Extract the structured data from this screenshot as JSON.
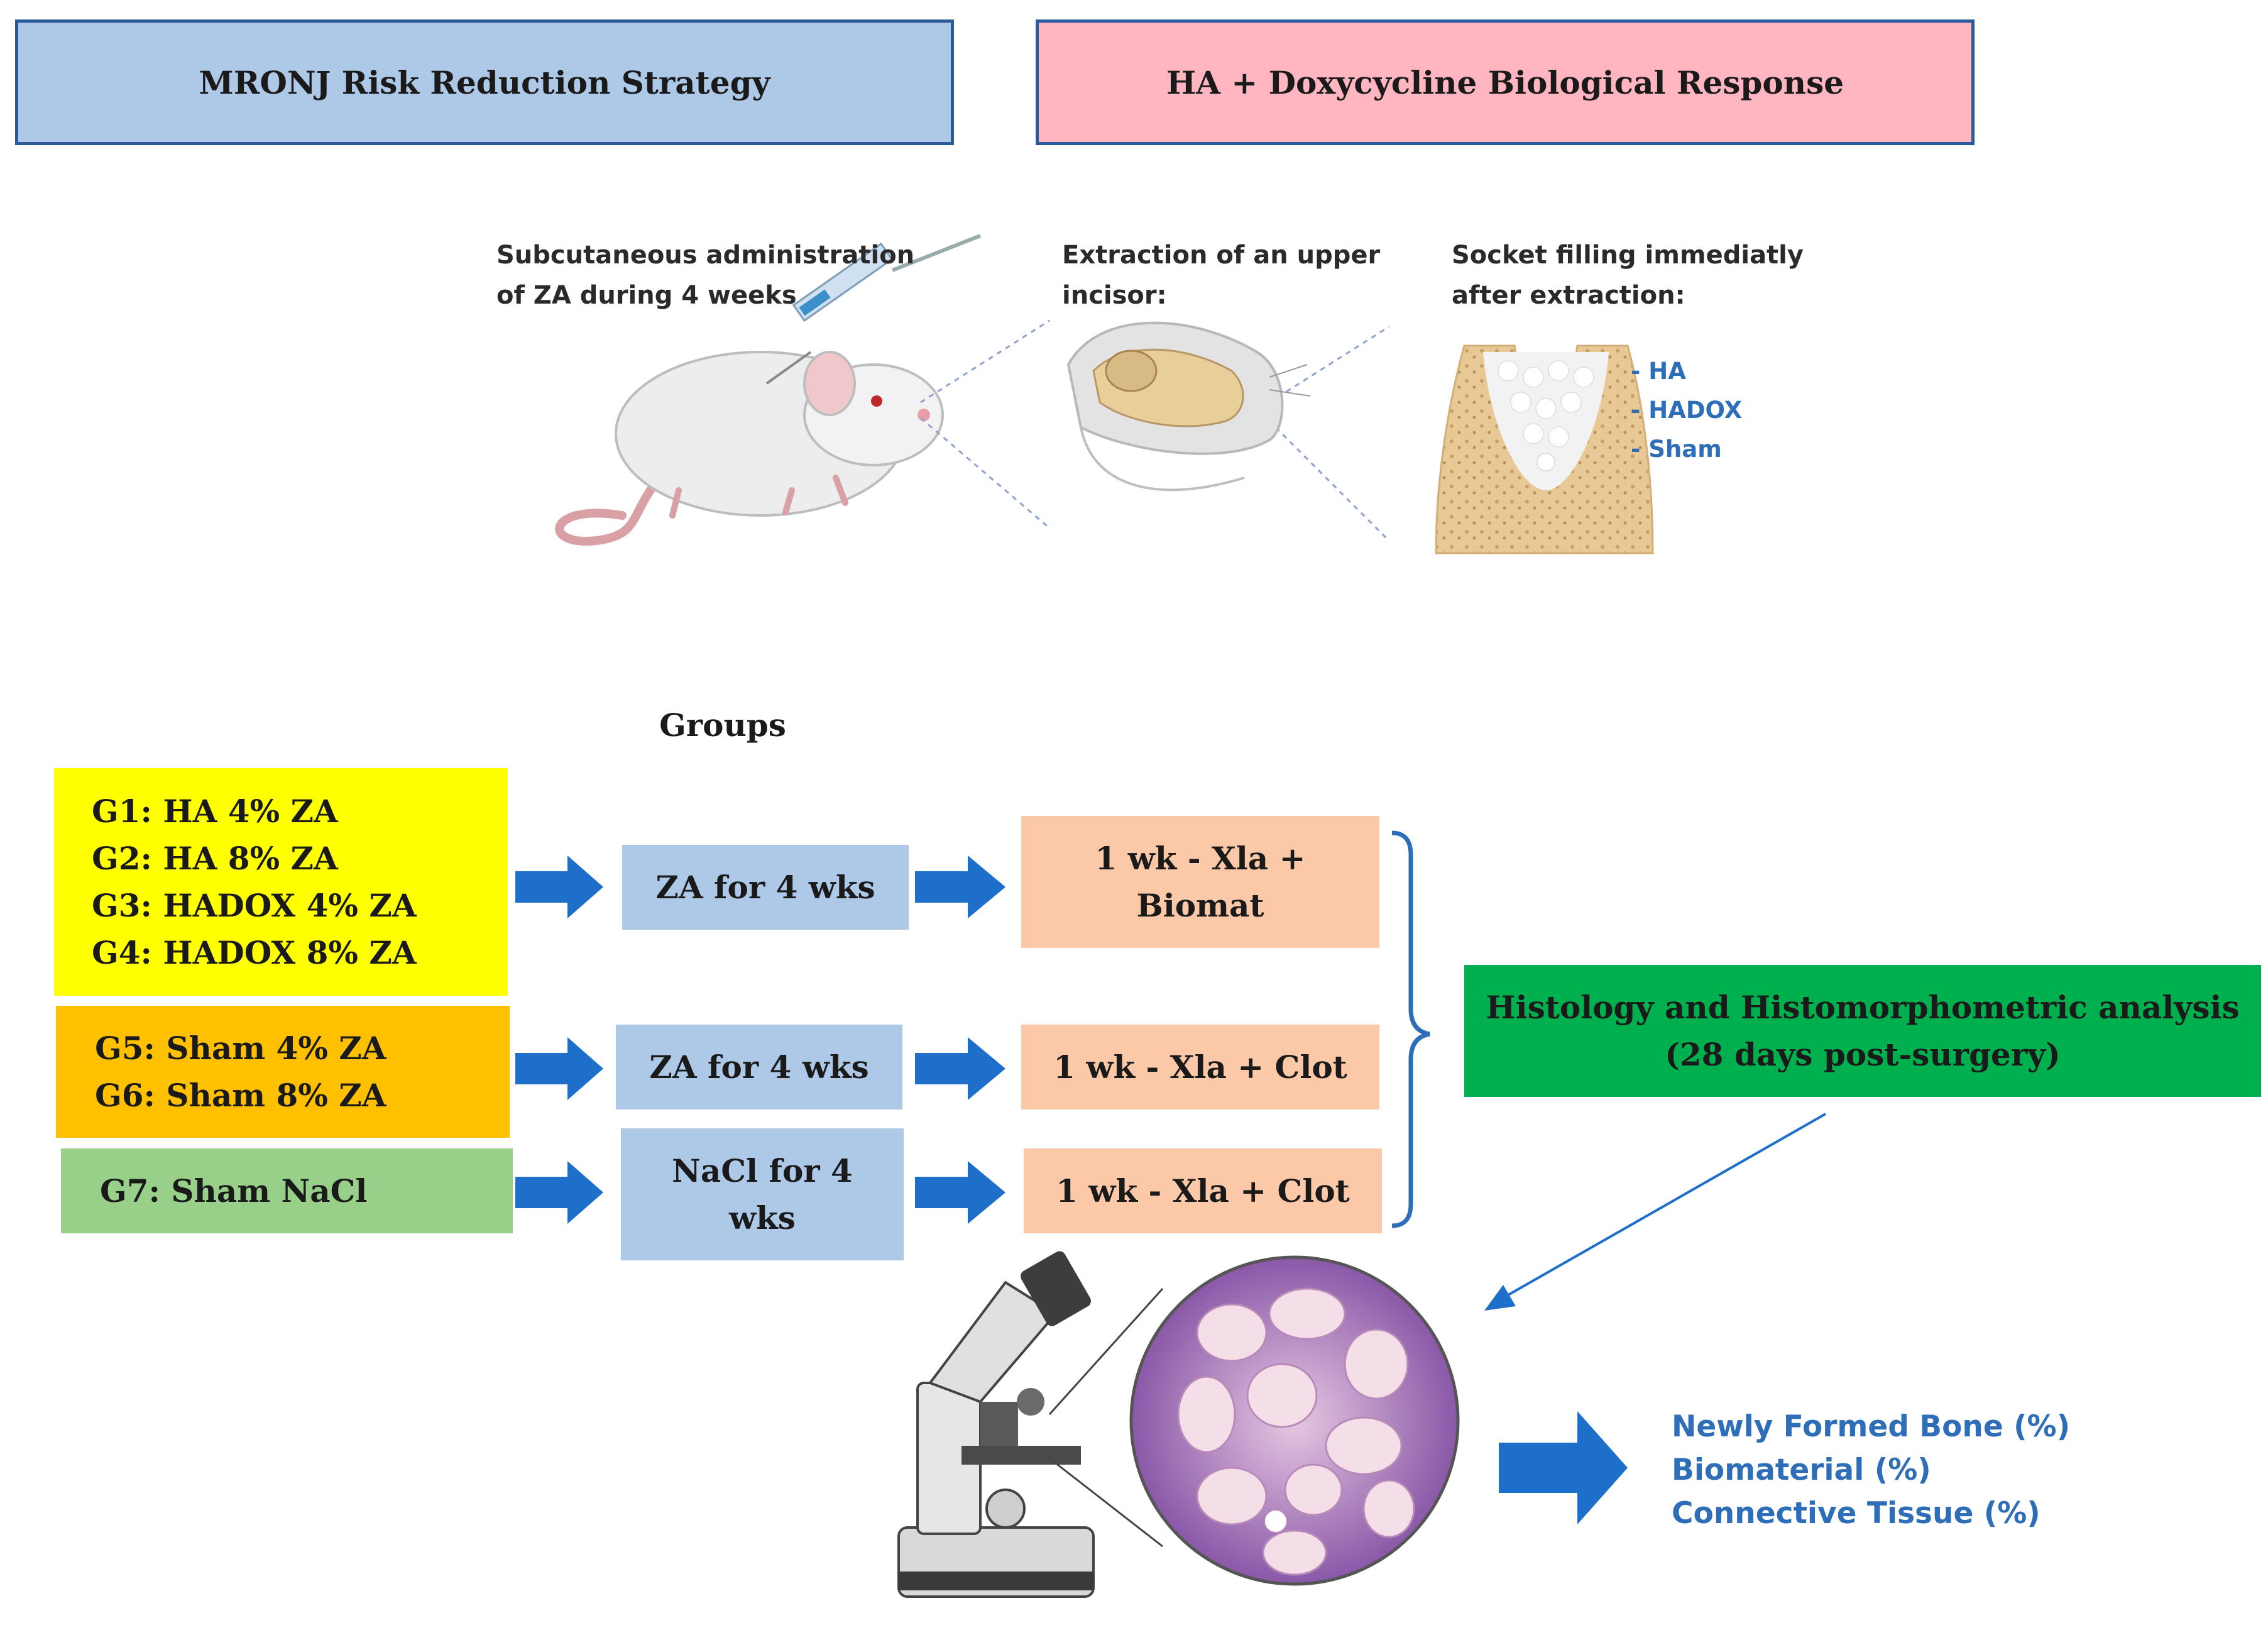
{
  "headers": {
    "left": "MRONJ Risk Reduction Strategy",
    "right": "HA + Doxycycline Biological Response"
  },
  "procedure": {
    "step1": [
      "Subcutaneous administration",
      "of ZA during 4 weeks"
    ],
    "step2": [
      "Extraction of an upper",
      "incisor:"
    ],
    "step3": [
      "Socket filling immediatly",
      "after extraction:"
    ],
    "materials": [
      "- HA",
      "- HADOX",
      "- Sham"
    ]
  },
  "groups_title": "Groups",
  "groups": {
    "yellow": [
      "G1: HA 4% ZA",
      "G2: HA 8% ZA",
      "G3: HADOX 4% ZA",
      "G4: HADOX 8% ZA"
    ],
    "orange": [
      "G5: Sham 4% ZA",
      "G6: Sham 8% ZA"
    ],
    "green": [
      "G7: Sham NaCl"
    ]
  },
  "treatment": {
    "row1": "ZA for 4 wks",
    "row2": "ZA for 4 wks",
    "row3": [
      "NaCl for 4",
      "wks"
    ]
  },
  "surgery": {
    "row1": [
      "1 wk - Xla +",
      "Biomat"
    ],
    "row2": "1 wk - Xla + Clot",
    "row3": "1 wk - Xla + Clot"
  },
  "analysis": [
    "Histology and Histomorphometric analysis",
    "(28 days post-surgery)"
  ],
  "outcomes": [
    "Newly Formed Bone (%)",
    "Biomaterial (%)",
    "Connective Tissue (%)"
  ],
  "colors": {
    "header_blue": "#aec8e8",
    "header_pink": "#ffb6c1",
    "header_border": "#2a5a9a",
    "yellow": "#ffff00",
    "orange": "#ffc000",
    "green_light": "#98d08a",
    "treat_blue": "#aec8e8",
    "surgery_peach": "#fcc9a8",
    "analysis_green": "#00b04f",
    "arrow_blue": "#1e6fc9",
    "outcome_text": "#2e6db8"
  }
}
